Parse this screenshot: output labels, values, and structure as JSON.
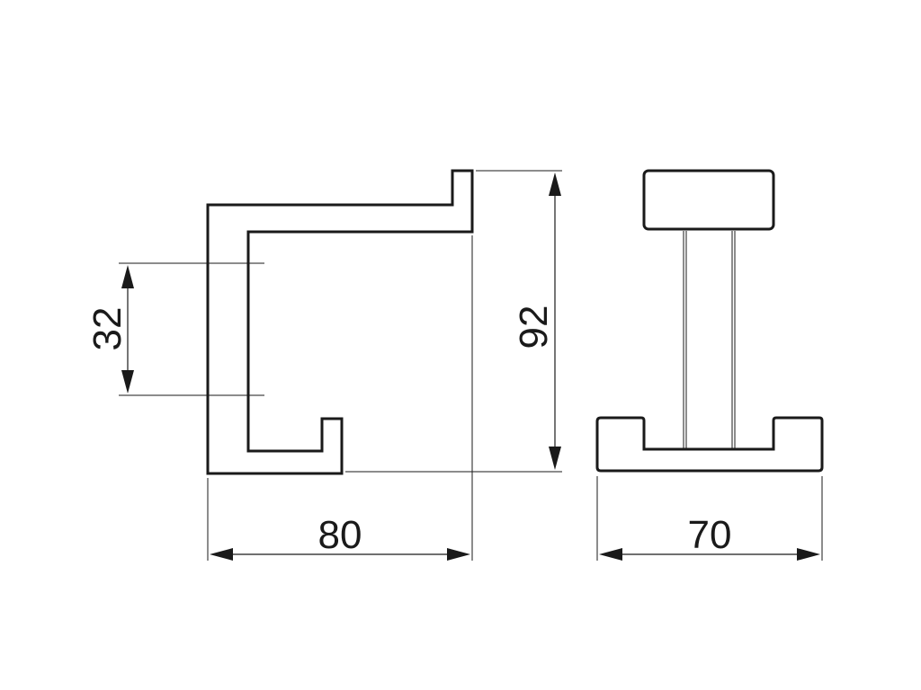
{
  "dimensions": {
    "width_side": "80",
    "height_side": "92",
    "hook_spacing": "32",
    "width_front": "70"
  },
  "colors": {
    "line": "#1a1a1a",
    "background": "#ffffff"
  }
}
